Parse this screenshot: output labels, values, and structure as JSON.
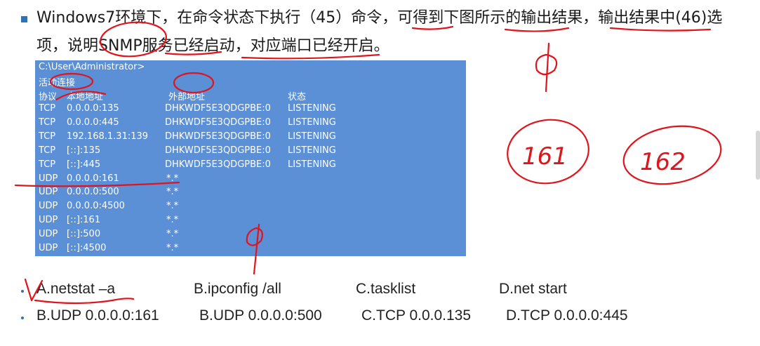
{
  "question": {
    "line1": "Windows7环境下，在命令状态下执行（45）命令，可得到下图所示的输出结果，输出结果中(46)选",
    "line2": "项，说明SNMP服务已经启动，对应端口已经开启。"
  },
  "terminal": {
    "prompt": "C:\\User\\Administrator>",
    "section": "活动连接",
    "headers": [
      "协议",
      "本地地址",
      "外部地址",
      "状态"
    ],
    "rows": [
      [
        "TCP",
        "0.0.0.0:135",
        "DHKWDF5E3QDGPBE:0",
        "LISTENING"
      ],
      [
        "TCP",
        "0.0.0.0:445",
        "DHKWDF5E3QDGPBE:0",
        "LISTENING"
      ],
      [
        "TCP",
        "192.168.1.31:139",
        "DHKWDF5E3QDGPBE:0",
        "LISTENING"
      ],
      [
        "TCP",
        "[::]:135",
        "DHKWDF5E3QDGPBE:0",
        "LISTENING"
      ],
      [
        "TCP",
        "[::]:445",
        "DHKWDF5E3QDGPBE:0",
        "LISTENING"
      ],
      [
        "UDP",
        "0.0.0.0:161",
        "*.*",
        ""
      ],
      [
        "UDP",
        "0.0.0.0:500",
        "*.*",
        ""
      ],
      [
        "UDP",
        "0.0.0.0:4500",
        "*.*",
        ""
      ],
      [
        "UDP",
        "[::]:161",
        "*.*",
        ""
      ],
      [
        "UDP",
        "[::]:500",
        "*.*",
        ""
      ],
      [
        "UDP",
        "[::]:4500",
        "*.*",
        ""
      ]
    ]
  },
  "options_45": [
    "A.netstat –a",
    "B.ipconfig /all",
    "C.tasklist",
    "D.net start"
  ],
  "options_46": [
    "B.UDP 0.0.0.0:161",
    "B.UDP 0.0.0.0:500",
    "C.TCP 0.0.0.135",
    "D.TCP 0.0.0.0:445"
  ],
  "annotations": {
    "circle_1": "161",
    "circle_2": "162"
  },
  "colors": {
    "terminal_bg": "#5b8fd6",
    "ink": "#e0141c",
    "bullet": "#2e74b5"
  }
}
